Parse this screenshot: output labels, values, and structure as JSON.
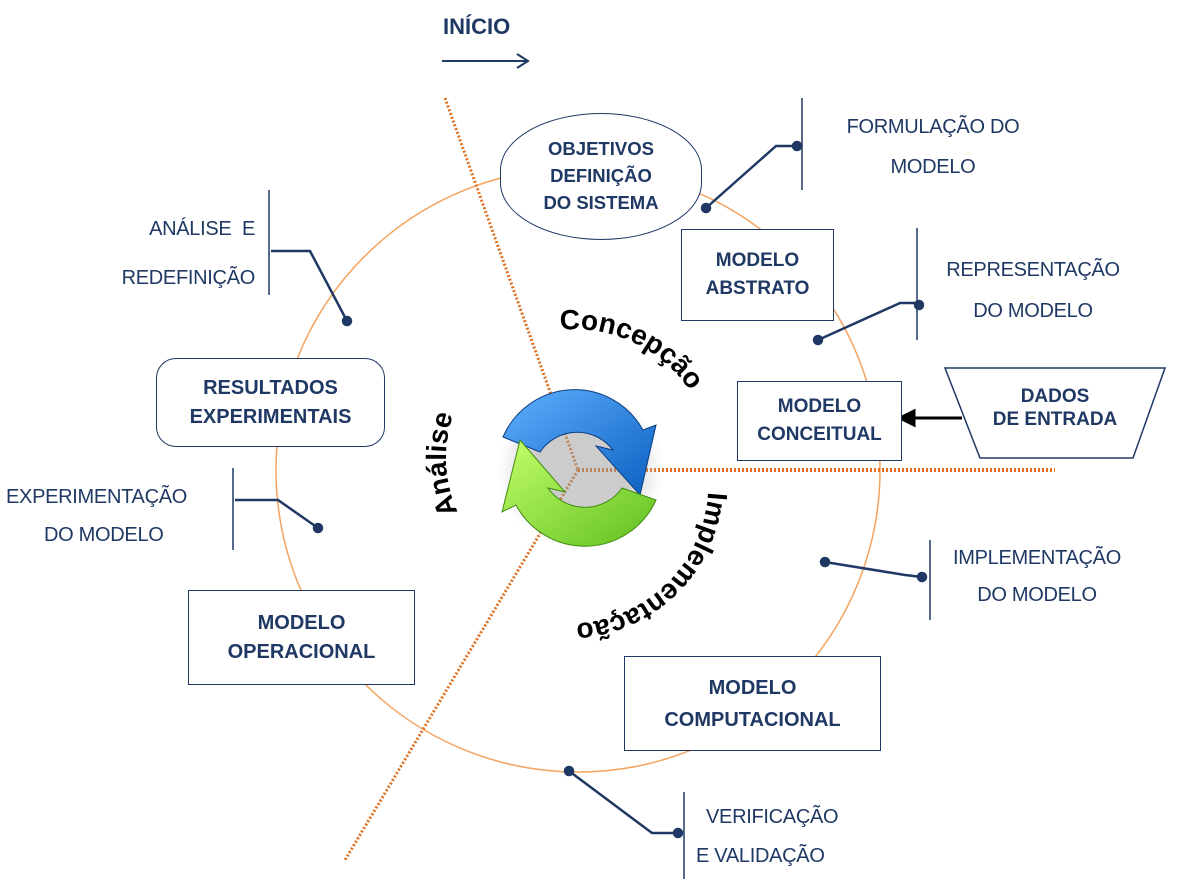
{
  "start": {
    "label": "INÍCIO"
  },
  "phases": {
    "concepcao": "Concepção",
    "implementacao": "Implementação",
    "analise": "Análise"
  },
  "nodes": {
    "objetivos": [
      "OBJETIVOS",
      "DEFINIÇÃO",
      "DO SISTEMA"
    ],
    "modelo_abstrato": [
      "MODELO",
      "ABSTRATO"
    ],
    "modelo_conceitual": [
      "MODELO",
      "CONCEITUAL"
    ],
    "dados_entrada": [
      "DADOS",
      "DE ENTRADA"
    ],
    "modelo_computacional": [
      "MODELO",
      "COMPUTACIONAL"
    ],
    "modelo_operacional": [
      "MODELO",
      "OPERACIONAL"
    ],
    "resultados_experimentais": [
      "RESULTADOS",
      "EXPERIMENTAIS"
    ]
  },
  "steps": {
    "formulacao": [
      "FORMULAÇÃO DO",
      "MODELO"
    ],
    "representacao": [
      "REPRESENTAÇÃO",
      "DO MODELO"
    ],
    "implementacao": [
      "IMPLEMENTAÇÃO",
      "DO MODELO"
    ],
    "verificacao": [
      "VERIFICAÇÃO",
      "E VALIDAÇÃO"
    ],
    "experimentacao": [
      "EXPERIMENTAÇÃO",
      "DO MODELO"
    ],
    "analise": [
      "ANÁLISE  E",
      "REDEFINIÇÃO"
    ]
  },
  "colors": {
    "accent_dark_blue": "#1f3864",
    "orbit_orange": "#f4a460",
    "divider_orange": "#e07020",
    "cycle_blue": "#1f7fe0",
    "cycle_green": "#8fe03a"
  },
  "icons": {
    "start_arrow": "right-arrow-icon",
    "cycle": "refresh-cycle-icon"
  }
}
